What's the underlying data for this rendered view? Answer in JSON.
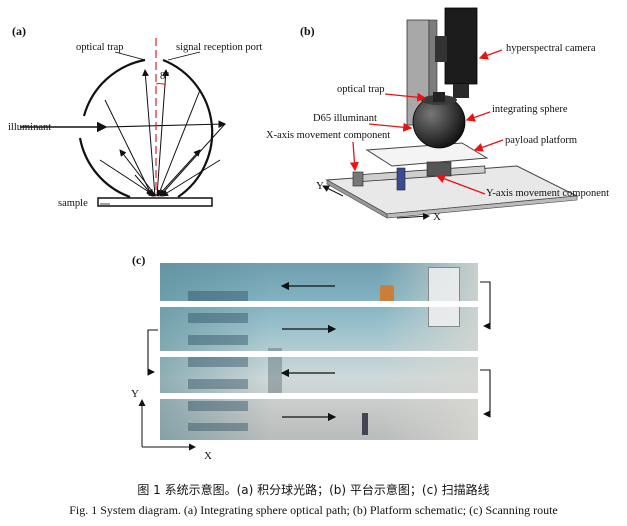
{
  "panel_a": {
    "label": "(a)",
    "optical_trap": "optical trap",
    "signal_port": "signal reception port",
    "angle": "8°",
    "illuminant": "illuminant",
    "sample": "sample"
  },
  "panel_b": {
    "label": "(b)",
    "hyperspectral_camera": "hyperspectral camera",
    "optical_trap": "optical trap",
    "integrating_sphere": "integrating sphere",
    "d65_illuminant": "D65 illuminant",
    "x_axis_component": "X-axis movement component",
    "payload_platform": "payload platform",
    "y_axis_component": "Y-axis movement component",
    "axis_y": "Y",
    "axis_x": "X"
  },
  "panel_c": {
    "label": "(c)",
    "axis_y": "Y",
    "axis_x": "X"
  },
  "caption": {
    "zh": "图 1  系统示意图。(a) 积分球光路；(b) 平台示意图；(c) 扫描路线",
    "en": "Fig. 1 System diagram. (a) Integrating sphere optical path; (b) Platform schematic; (c) Scanning route"
  }
}
